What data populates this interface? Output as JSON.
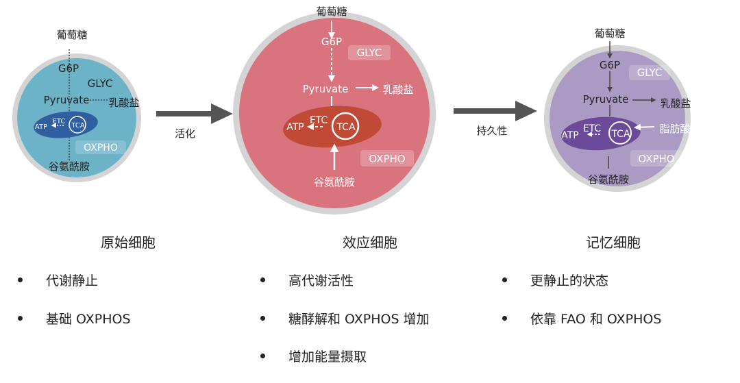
{
  "labels": {
    "glucose": "葡萄糖",
    "g6p": "G6P",
    "glyc": "GLYC",
    "pyruvate": "Pyruvate",
    "lactate": "乳酸盐",
    "atp": "ATP",
    "etc": "ETC",
    "tca": "TCA",
    "oxpho": "OXPHO",
    "glutamine": "谷氨酰胺",
    "fatty_acid": "脂肪酸"
  },
  "transitions": {
    "activation": "活化",
    "persistence": "持久性"
  },
  "columns": [
    {
      "title": "原始细胞",
      "bullets": [
        "代谢静止",
        "基础 OXPHOS"
      ]
    },
    {
      "title": "效应细胞",
      "bullets": [
        "高代谢活性",
        "糖酵解和 OXPHOS 增加",
        "增加能量摄取"
      ]
    },
    {
      "title": "记忆细胞",
      "bullets": [
        "更静止的状态",
        "依靠 FAO 和 OXPHOS"
      ]
    }
  ],
  "colors": {
    "naive_cell": "#6cb3c8",
    "effector_cell": "#d9747e",
    "memory_cell": "#aa9ac4",
    "mito_naive": "#2f5f9e",
    "mito_effector": "#c04a36",
    "mito_memory": "#6b4a9a",
    "arrow": "#555555",
    "membrane": "#d4d4d4"
  }
}
